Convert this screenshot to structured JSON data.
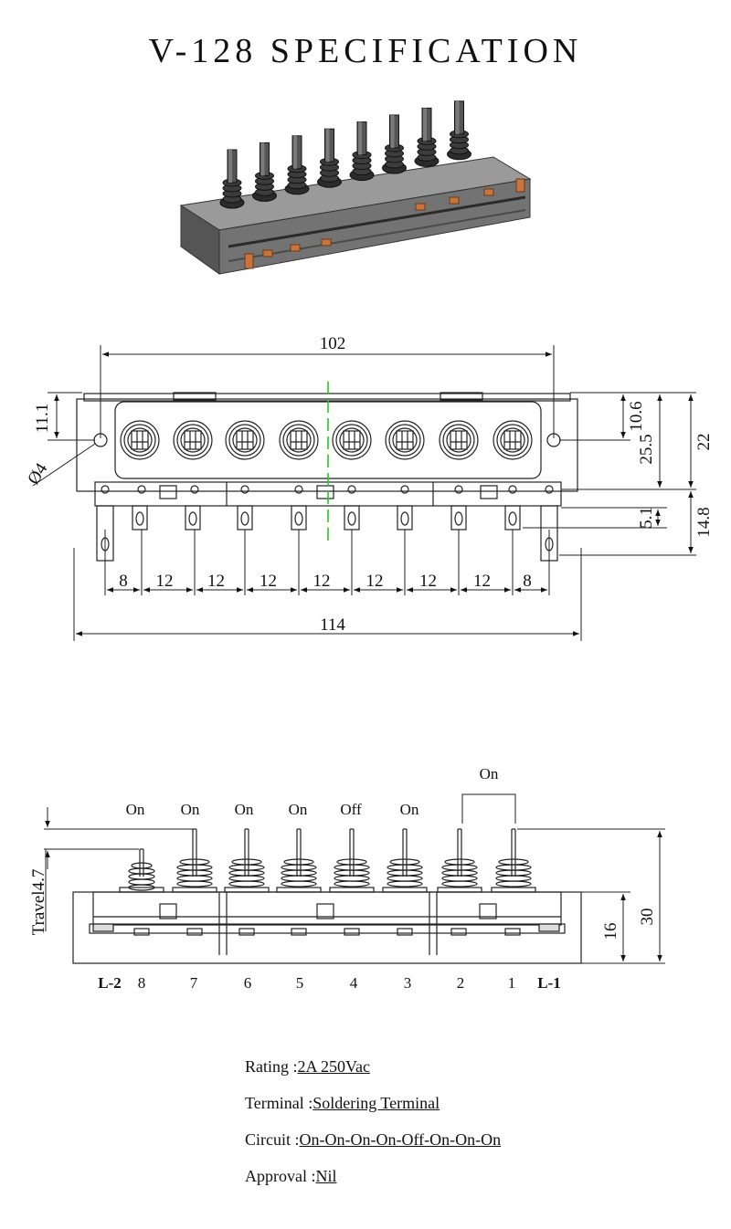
{
  "title": "V-128 SPECIFICATION",
  "top_view": {
    "dims": {
      "overall_inner_width": "102",
      "overall_width": "114",
      "left_height": "11.1",
      "hole_diameter": "Ø4",
      "right_top": "10.6",
      "right_mid": "25.5",
      "right_total": "22",
      "right_lower": "5.1",
      "right_bottom": "14.8"
    },
    "pitch_labels": [
      "8",
      "12",
      "12",
      "12",
      "12",
      "12",
      "12",
      "12",
      "8"
    ]
  },
  "side_view": {
    "states": [
      "On",
      "On",
      "On",
      "On",
      "Off",
      "On"
    ],
    "group_state": "On",
    "travel_label": "Travel4.7",
    "dim_height": "30",
    "dim_base": "16",
    "left_label": "L-2",
    "right_label": "L-1",
    "positions": [
      "8",
      "7",
      "6",
      "5",
      "4",
      "3",
      "2",
      "1"
    ]
  },
  "specs": [
    {
      "label": "Rating :",
      "value": "2A 250Vac"
    },
    {
      "label": "Terminal :",
      "value": "Soldering Terminal"
    },
    {
      "label": "Circuit :",
      "value": "On-On-On-On-Off-On-On-On"
    },
    {
      "label": "Approval :",
      "value": "Nil"
    }
  ],
  "colors": {
    "body": "#6e6e6e",
    "centerline": "#22cc22",
    "terminal": "#c8743a"
  }
}
